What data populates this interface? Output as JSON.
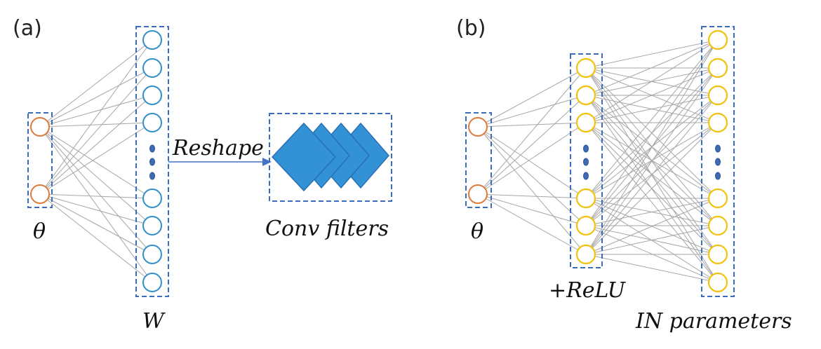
{
  "panels": {
    "a": {
      "label": "(a)",
      "input_label": "θ",
      "output_label": "W",
      "arrow_label": "Reshape",
      "filters_label": "Conv filters"
    },
    "b": {
      "label": "(b)",
      "input_label": "θ",
      "hidden_label": "+ReLU",
      "output_label": "IN parameters"
    }
  },
  "colors": {
    "input_node": "#e07a3a",
    "weight_node": "#2e8fcc",
    "param_node": "#f2c20f",
    "dashed_box": "#3a6cc0",
    "filter_fill": "#3391d6"
  }
}
